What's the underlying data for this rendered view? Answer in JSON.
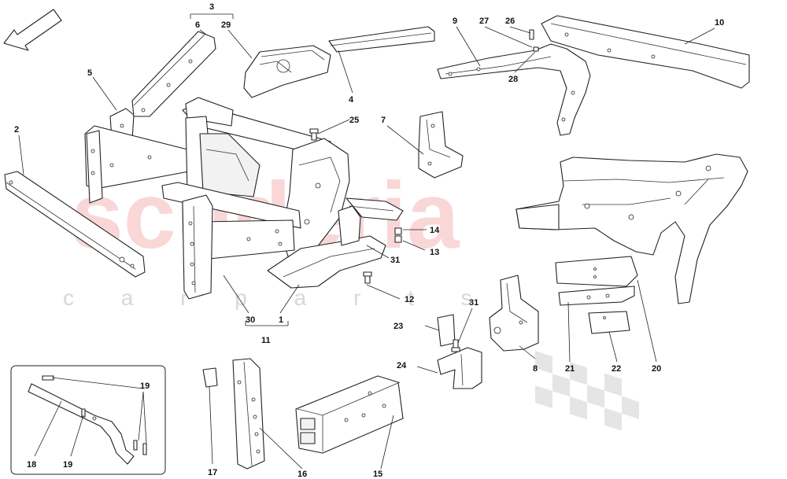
{
  "watermark": {
    "brand": "scuderia",
    "tagline": "c a r p a r t s"
  },
  "callouts": {
    "c1": "1",
    "c2": "2",
    "c3": "3",
    "c4": "4",
    "c5": "5",
    "c6": "6",
    "c7": "7",
    "c8": "8",
    "c9": "9",
    "c10": "10",
    "c11": "11",
    "c12": "12",
    "c13": "13",
    "c14": "14",
    "c15": "15",
    "c16": "16",
    "c17": "17",
    "c18": "18",
    "c19a": "19",
    "c19b": "19",
    "c20": "20",
    "c21": "21",
    "c22": "22",
    "c23": "23",
    "c24": "24",
    "c25": "25",
    "c26": "26",
    "c27": "27",
    "c28": "28",
    "c29": "29",
    "c30": "30",
    "c31a": "31",
    "c31b": "31"
  },
  "icons": {
    "direction": "front-direction-arrow-icon"
  },
  "colors": {
    "watermark_red": "#f5b8b8",
    "line": "#222222"
  }
}
